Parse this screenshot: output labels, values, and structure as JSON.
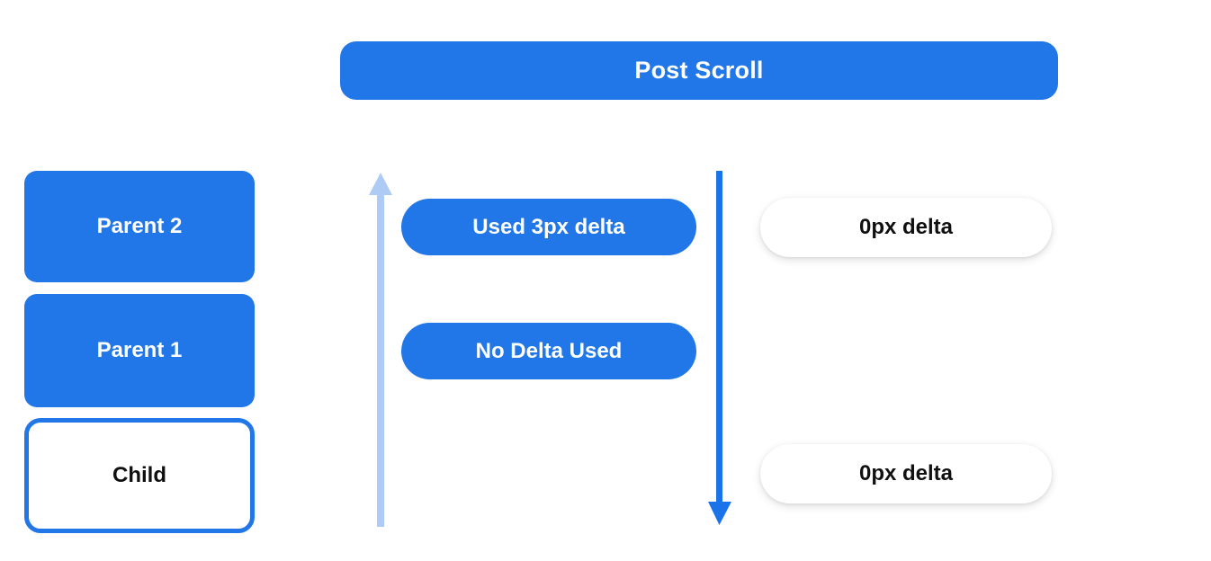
{
  "diagram": {
    "title": "Post Scroll",
    "colors": {
      "primary_blue": "#2176e8",
      "light_blue": "#aecbf5",
      "white": "#ffffff",
      "text_dark": "#101010"
    },
    "left_stack": [
      {
        "label": "Parent 2",
        "style": "filled"
      },
      {
        "label": "Parent 1",
        "style": "filled"
      },
      {
        "label": "Child",
        "style": "outlined"
      }
    ],
    "arrows": [
      {
        "name": "scroll-up-arrow",
        "direction": "up",
        "color": "#aecbf5"
      },
      {
        "name": "scroll-down-arrow",
        "direction": "down",
        "color": "#2176e8"
      }
    ],
    "middle_pills": [
      {
        "label": "Used 3px delta"
      },
      {
        "label": "No Delta Used"
      }
    ],
    "right_pills": [
      {
        "label": "0px delta"
      },
      {
        "label": "0px delta"
      }
    ]
  }
}
